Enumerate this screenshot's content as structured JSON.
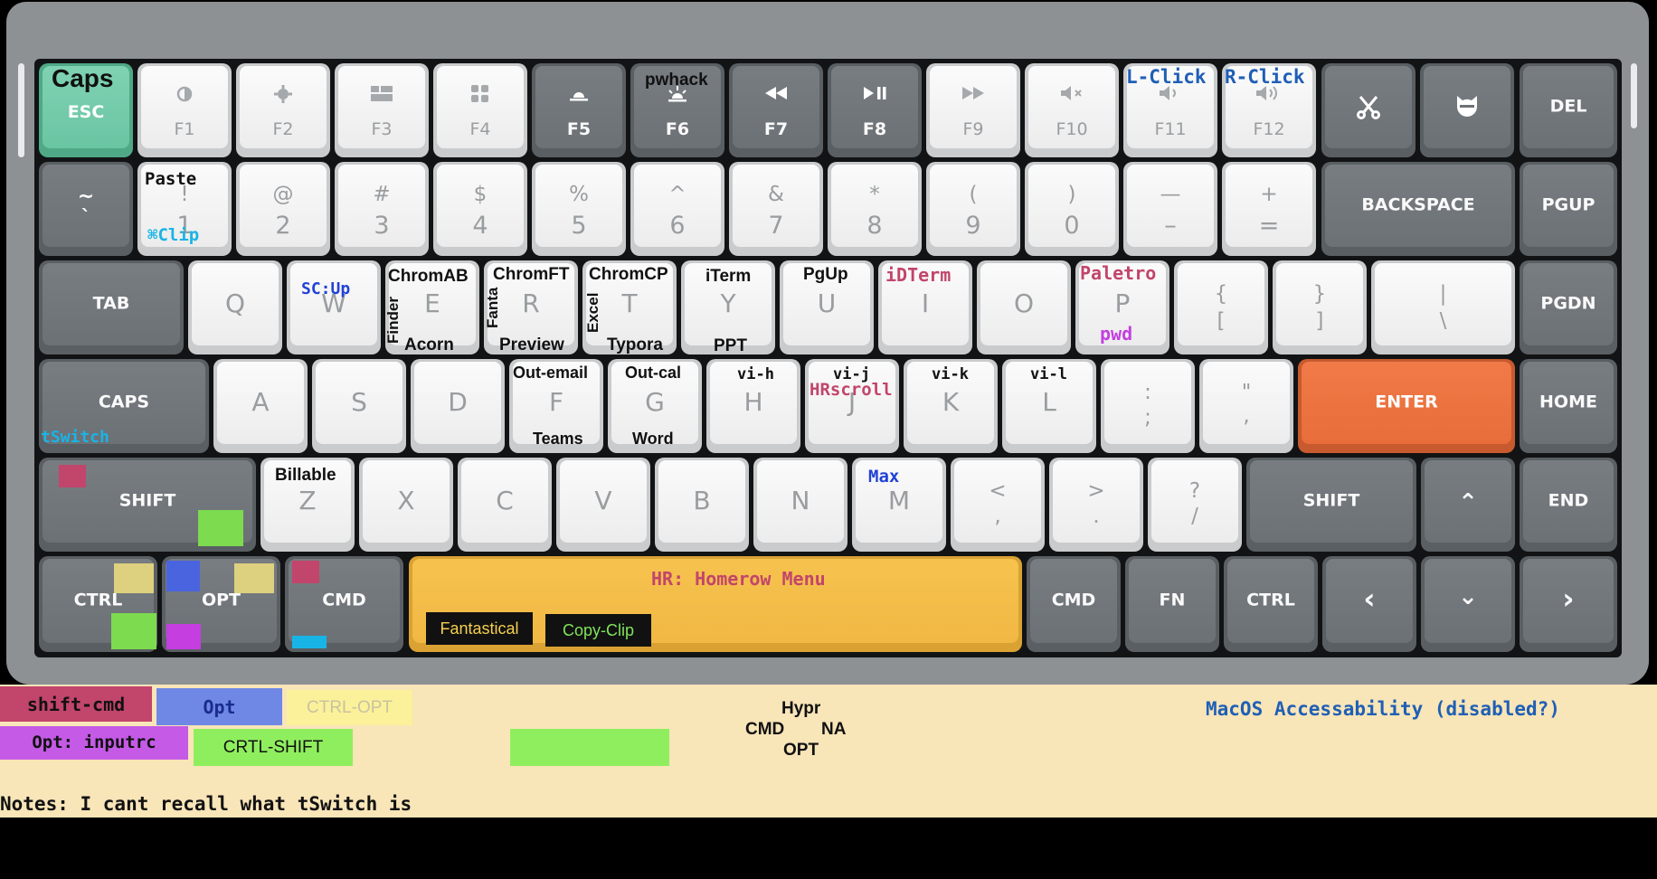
{
  "colors": {
    "frame": "#8d9194",
    "plate": "#121314",
    "key_light": "#f4f4f4",
    "key_dark": "#72777c",
    "key_teal": "#72c9a8",
    "key_enter": "#ec733f",
    "spacebar": "#f3bd47",
    "overlay_black": "#111111",
    "overlay_blue": "#1f5fb5",
    "overlay_red": "#c2456b",
    "overlay_cyan": "#19b4e6",
    "overlay_magenta": "#c43ee0",
    "legend_bg": "#f8e5b8"
  },
  "icons": {
    "f1": "brightness-down-icon",
    "f2": "brightness-up-icon",
    "f3": "mission-control-icon",
    "f4": "launchpad-icon",
    "f5": "keyboard-backlight-down-icon",
    "f6": "keyboard-backlight-up-icon",
    "f7": "rewind-icon",
    "f8": "play-pause-icon",
    "f9": "fast-forward-icon",
    "f10": "mute-icon",
    "f11": "volume-down-icon",
    "f12": "volume-up-icon",
    "screenshot": "scissors-icon",
    "lock": "cat-lock-icon"
  },
  "keys": {
    "esc": "ESC",
    "f1": "F1",
    "f2": "F2",
    "f3": "F3",
    "f4": "F4",
    "f5": "F5",
    "f6": "F6",
    "f7": "F7",
    "f8": "F8",
    "f9": "F9",
    "f10": "F10",
    "f11": "F11",
    "f12": "F12",
    "del": "DEL",
    "tilde_top": "~",
    "tilde_bottom": "`",
    "k1_top": "!",
    "k1_bottom": "1",
    "k2_top": "@",
    "k2_bottom": "2",
    "k3_top": "#",
    "k3_bottom": "3",
    "k4_top": "$",
    "k4_bottom": "4",
    "k5_top": "%",
    "k5_bottom": "5",
    "k6_top": "^",
    "k6_bottom": "6",
    "k7_top": "&",
    "k7_bottom": "7",
    "k8_top": "*",
    "k8_bottom": "8",
    "k9_top": "(",
    "k9_bottom": "9",
    "k0_top": ")",
    "k0_bottom": "0",
    "minus_top": "—",
    "minus_bottom": "–",
    "equal_top": "+",
    "equal_bottom": "=",
    "backspace": "BACKSPACE",
    "pgup": "PGUP",
    "tab": "TAB",
    "q": "Q",
    "w": "W",
    "e": "E",
    "r": "R",
    "t": "T",
    "y": "Y",
    "u": "U",
    "i": "I",
    "o": "O",
    "p": "P",
    "lbracket_top": "{",
    "lbracket_bottom": "[",
    "rbracket_top": "}",
    "rbracket_bottom": "]",
    "backslash_top": "|",
    "backslash_bottom": "\\",
    "pgdn": "PGDN",
    "caps": "CAPS",
    "a": "A",
    "s": "S",
    "d": "D",
    "f": "F",
    "g": "G",
    "h": "H",
    "j": "J",
    "k": "K",
    "l": "L",
    "semicolon_top": ":",
    "semicolon_bottom": ";",
    "quote_top": "\"",
    "quote_bottom": ",",
    "enter": "ENTER",
    "home": "HOME",
    "lshift": "SHIFT",
    "z": "Z",
    "x": "X",
    "c": "C",
    "v": "V",
    "b": "B",
    "n": "N",
    "m": "M",
    "comma_top": "<",
    "comma_bottom": ",",
    "period_top": ">",
    "period_bottom": ".",
    "slash_top": "?",
    "slash_bottom": "/",
    "rshift": "SHIFT",
    "up": "⌃",
    "end": "END",
    "lctrl": "CTRL",
    "lopt": "OPT",
    "lcmd": "CMD",
    "rcmd": "CMD",
    "fn": "FN",
    "rctrl": "CTRL",
    "left": "‹",
    "down": "⌄",
    "right": "›"
  },
  "overlays": {
    "caps": "Caps",
    "pwhack": "pwhack",
    "l_click": "L-Click",
    "r_click": "R-Click",
    "paste": "Paste",
    "clip": "⌘Clip",
    "sc_up": "SC:Up",
    "chromab": "ChromAB",
    "finder": "Finder",
    "acorn": "Acorn",
    "chromft": "ChromFT",
    "fanta": "Fanta",
    "preview": "Preview",
    "chromcp": "ChromCP",
    "excel": "Excel",
    "typora": "Typora",
    "iterm": "iTerm",
    "ppt": "PPT",
    "pgup_u": "PgUp",
    "idterm": "iDTerm",
    "paletro": "Paletro",
    "pwd": "pwd",
    "tswitch": "tSwitch",
    "out_email": "Out-email",
    "teams": "Teams",
    "out_cal": "Out-cal",
    "word": "Word",
    "vi_h": "vi-h",
    "vi_j": "vi-j",
    "hrscroll": "HRscroll",
    "vi_k": "vi-k",
    "vi_l": "vi-l",
    "billable": "Billable",
    "max": "Max",
    "hr_menu": "HR: Homerow Menu",
    "fantastical": "Fantastical",
    "copy_clip": "Copy-Clip"
  },
  "legend": {
    "shift_cmd": "shift-cmd",
    "opt": "Opt",
    "ctrl_opt": "CTRL-OPT",
    "opt_inputrc": "Opt: inputrc",
    "crtl_shift": "CRTL-SHIFT",
    "hypr_title": "Hypr",
    "hypr_cmd": "CMD",
    "hypr_na": "NA",
    "hypr_opt": "OPT",
    "macos": "MacOS Accessability (disabled?)"
  },
  "notes": "Notes: I cant recall what tSwitch is"
}
